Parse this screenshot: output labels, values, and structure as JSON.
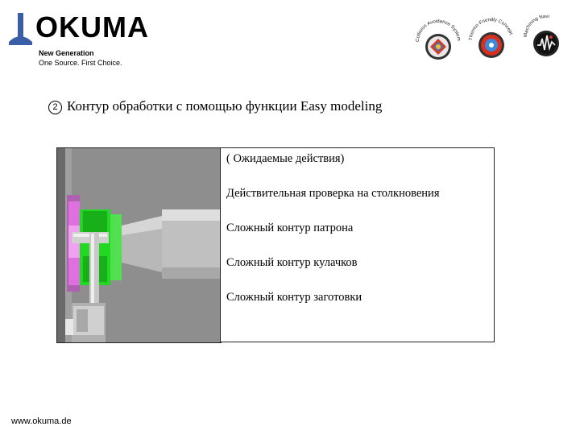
{
  "header": {
    "logo": "OKUMA",
    "tagline_1": "New Generation",
    "tagline_2": "One Source. First Choice."
  },
  "badges": [
    {
      "label": "Collision Avoidance System",
      "icon": "shield-badge-icon"
    },
    {
      "label": "Thermo-Friendly Concept",
      "icon": "thermo-badge-icon"
    },
    {
      "label": "Machining Navi",
      "icon": "waveform-badge-icon"
    }
  ],
  "slide": {
    "number": "2",
    "title": "Контур обработки с помощью функции Easy modeling"
  },
  "expected": {
    "header": "( Ожидаемые действия)",
    "items": [
      "Действительная проверка на столкновения",
      "Сложный контур патрона",
      "Сложный контур кулачков",
      "Сложный контур заготовки"
    ]
  },
  "footer": {
    "url": "www.okuma.de"
  },
  "colors": {
    "chuck_pink": "#e070e0",
    "jaws_green": "#22d822",
    "machine_gray": "#8c8c8c"
  }
}
